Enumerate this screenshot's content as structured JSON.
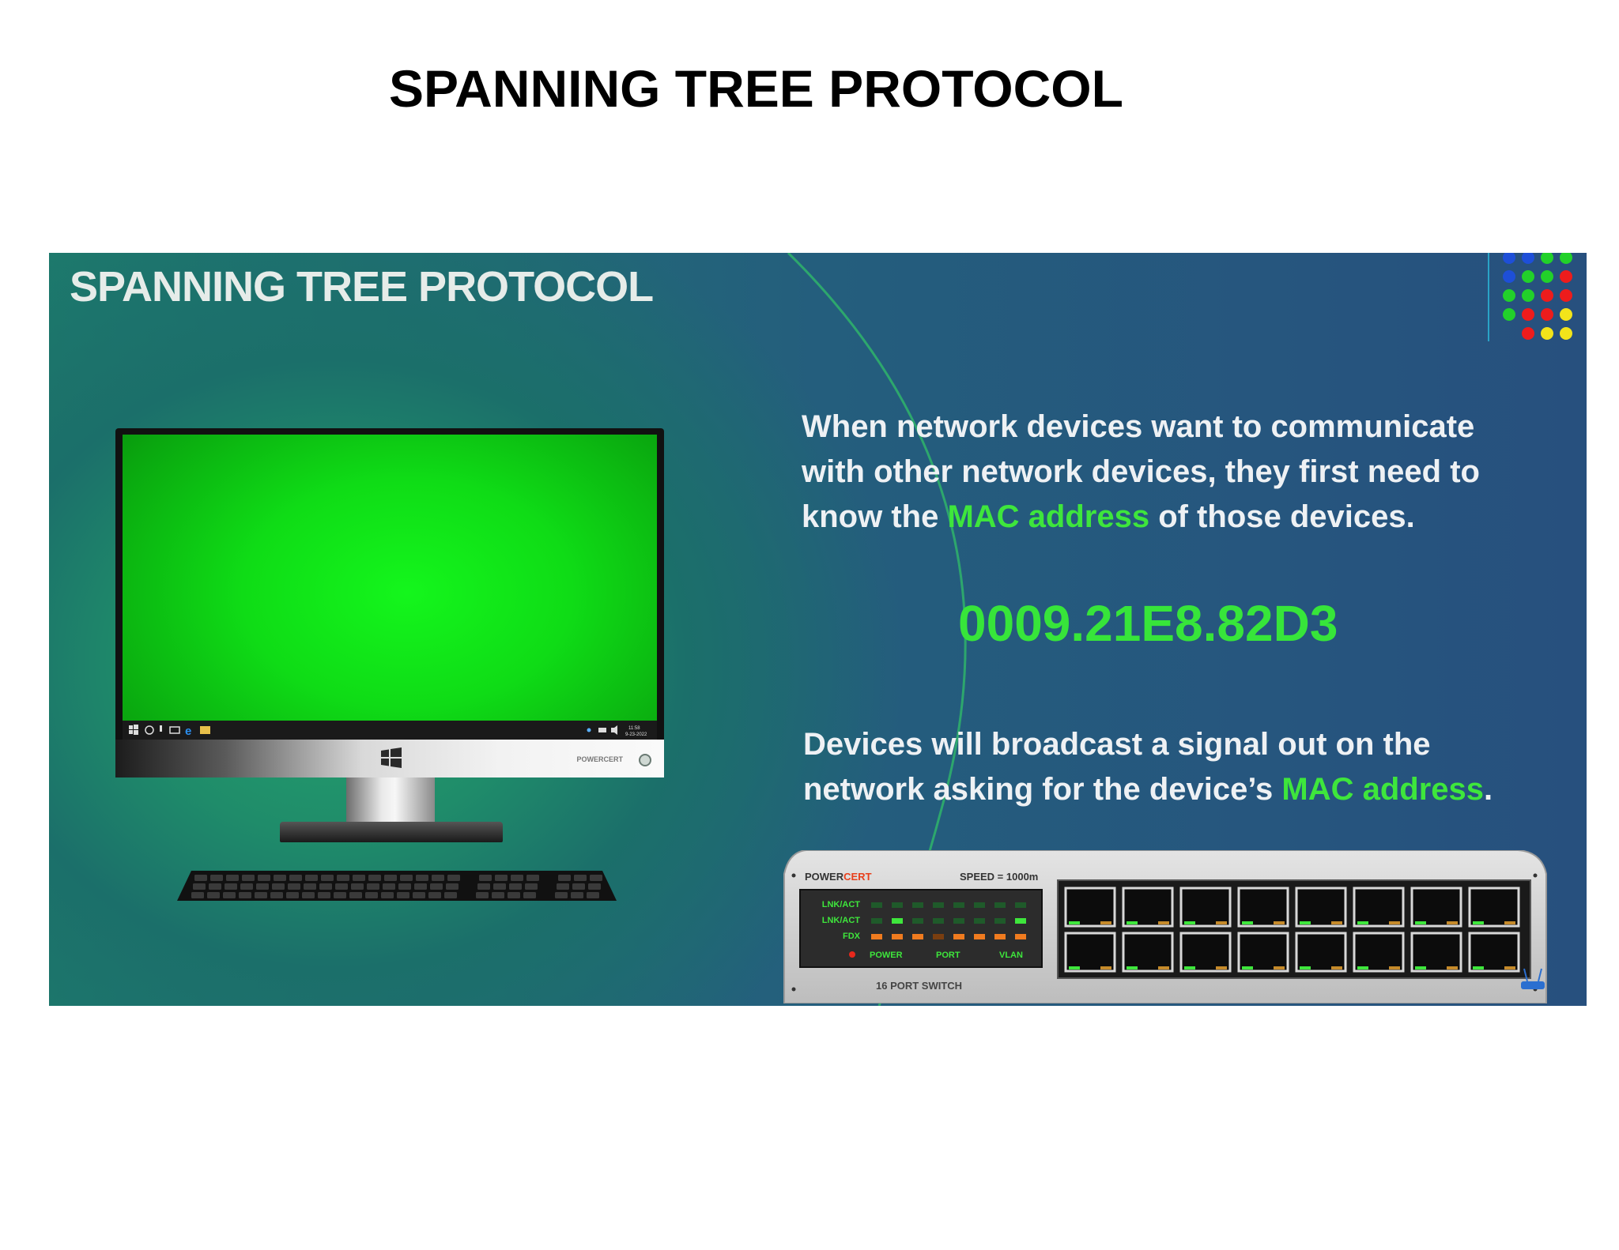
{
  "document": {
    "title": "SPANNING TREE PROTOCOL"
  },
  "slide": {
    "title": "SPANNING TREE PROTOCOL",
    "paragraph1": {
      "line1": "When network devices want to communicate",
      "line2": "with other network devices, they first need to",
      "line3_before": "know the ",
      "line3_highlight": "MAC address",
      "line3_after": " of those devices."
    },
    "mac_example": "0009.21E8.82D3",
    "paragraph2": {
      "line1": "Devices will broadcast a signal out on the",
      "line2_before": "network asking for the device’s ",
      "line2_highlight": "MAC address",
      "line2_after": "."
    },
    "monitor": {
      "brand": "POWERCERT",
      "clock_time": "11:58",
      "clock_date": "9-23-2022"
    },
    "switch": {
      "brand_power": "POWER",
      "brand_cert": "CERT",
      "speed": "SPEED = 1000m",
      "row_lnk1": "LNK/ACT",
      "row_lnk2": "LNK/ACT",
      "row_fdx": "FDX",
      "label_power": "POWER",
      "label_port": "PORT",
      "label_vlan": "VLAN",
      "model": "16 PORT SWITCH"
    },
    "colors": {
      "highlight": "#3ee63c",
      "cert_red": "#e8401c",
      "dot_blue": "#1e4fd8",
      "dot_green": "#22d12a",
      "dot_red": "#ee1c1c",
      "dot_yellow": "#f2e41a"
    }
  }
}
